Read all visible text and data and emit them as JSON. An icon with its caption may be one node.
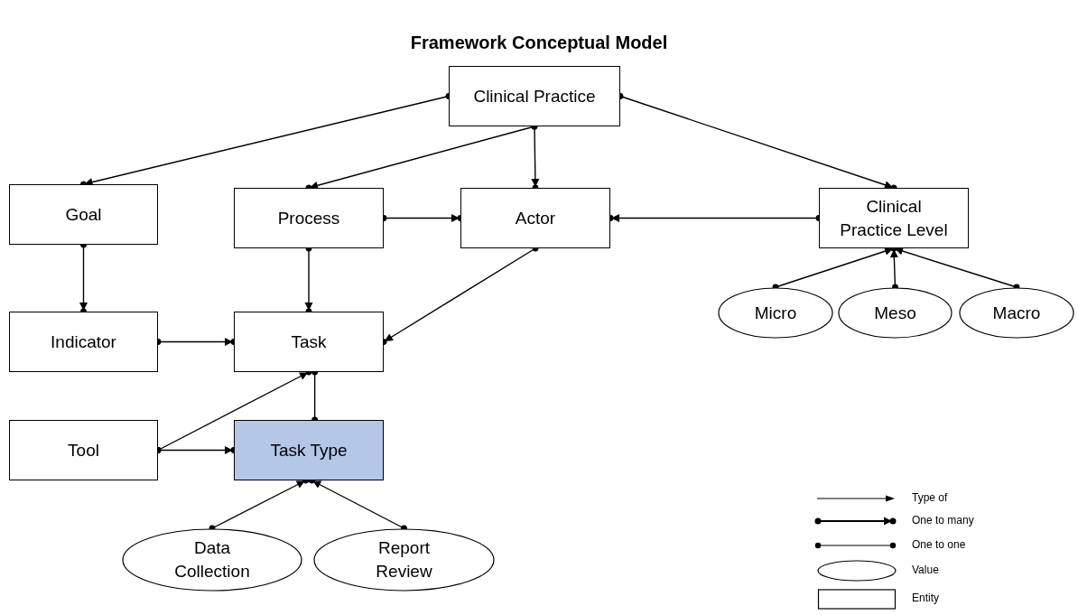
{
  "diagram": {
    "title": "Framework Conceptual Model",
    "nodes": [
      {
        "text": [
          "Clinical Practice"
        ]
      },
      {
        "text": [
          "Goal"
        ]
      },
      {
        "text": [
          "Process"
        ]
      },
      {
        "text": [
          "Actor"
        ]
      },
      {
        "text": [
          "Clinical Practice Level"
        ]
      },
      {
        "text": [
          "Micro"
        ]
      },
      {
        "text": [
          "Meso"
        ]
      },
      {
        "text": [
          "Macro"
        ]
      },
      {
        "text": [
          "Indicator"
        ]
      },
      {
        "text": [
          "Task"
        ]
      },
      {
        "text": [
          "Tool"
        ]
      },
      {
        "text": [
          "Task Type"
        ]
      },
      {
        "text": [
          "Data Collection"
        ]
      },
      {
        "text": [
          "Report Review"
        ]
      }
    ],
    "edges": [
      {
        "from": 0,
        "to": 1,
        "arrow": "to"
      },
      {
        "from": 0,
        "to": 2,
        "arrow": "to"
      },
      {
        "from": 0,
        "to": 3,
        "arrow": "to"
      },
      {
        "from": 0,
        "to": 4,
        "arrow": "to"
      },
      {
        "from": 2,
        "to": 3,
        "arrow": "to"
      },
      {
        "from": 4,
        "to": 3,
        "arrow": "to"
      },
      {
        "from": 1,
        "to": 8,
        "arrow": "to"
      },
      {
        "from": 2,
        "to": 9,
        "arrow": "to"
      },
      {
        "from": 3,
        "to": 9,
        "arrow": "to"
      },
      {
        "from": 8,
        "to": 9,
        "arrow": "to"
      },
      {
        "from": 10,
        "to": 9,
        "arrow": "to"
      },
      {
        "from": 10,
        "to": 11,
        "arrow": "to"
      },
      {
        "from": 11,
        "to": 9,
        "arrow": "other"
      },
      {
        "from": 5,
        "to": 4,
        "arrow": "to"
      },
      {
        "from": 6,
        "to": 4,
        "arrow": "to"
      },
      {
        "from": 7,
        "to": 4,
        "arrow": "to"
      },
      {
        "from": 12,
        "to": 11,
        "arrow": "to"
      },
      {
        "from": 13,
        "to": 11,
        "arrow": "to"
      }
    ],
    "legend": [
      {
        "text": "Type of"
      },
      {
        "text": "One to many"
      },
      {
        "text": "One to one"
      },
      {
        "text": "Value"
      },
      {
        "text": "Entity"
      }
    ]
  }
}
